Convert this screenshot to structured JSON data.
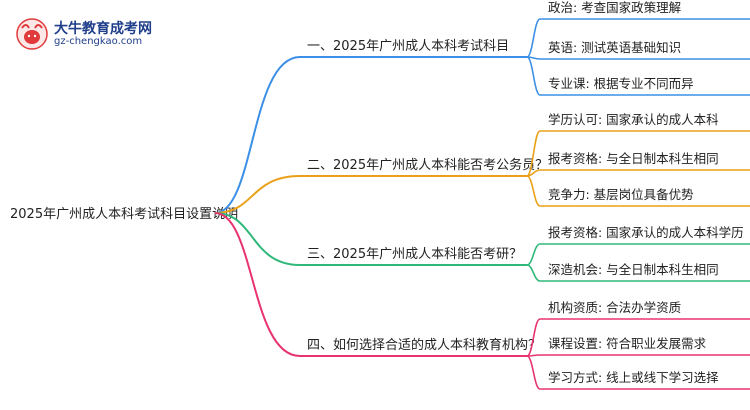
{
  "brand": {
    "name": "大牛教育成考网",
    "url": "gz-chengkao.com"
  },
  "mindmap": {
    "root": "2025年广州成人本科考试科目设置说明",
    "branches": [
      {
        "label": "一、2025年广州成人本科考试科目",
        "color": "#3b8fe6",
        "children": [
          "政治: 考查国家政策理解",
          "英语: 测试英语基础知识",
          "专业课: 根据专业不同而异"
        ]
      },
      {
        "label": "二、2025年广州成人本科能否考公务员？",
        "color": "#eaa11a",
        "children": [
          "学历认可: 国家承认的成人本科",
          "报考资格: 与全日制本科生相同",
          "竞争力: 基层岗位具备优势"
        ]
      },
      {
        "label": "三、2025年广州成人本科能否考研？",
        "color": "#2fb87a",
        "children": [
          "报考资格: 国家承认的成人本科学历",
          "深造机会: 与全日制本科生相同"
        ]
      },
      {
        "label": "四、如何选择合适的成人本科教育机构？",
        "color": "#e8336e",
        "children": [
          "机构资质: 合法办学资质",
          "课程设置: 符合职业发展需求",
          "学习方式: 线上或线下学习选择"
        ]
      }
    ]
  }
}
